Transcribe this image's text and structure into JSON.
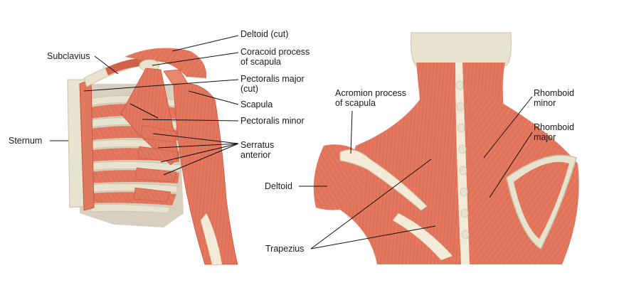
{
  "colors": {
    "muscle": "#e3785f",
    "muscle_dark": "#c9553f",
    "muscle_light": "#f0a08a",
    "bone": "#e8e3cf",
    "bone_shadow": "#c9c2a6",
    "tendon": "#f3ead8",
    "leader_line": "#111111"
  },
  "labels": {
    "deltoid_cut": "Deltoid (cut)",
    "coracoid_1": "Coracoid process",
    "coracoid_2": "of scapula",
    "subclavius": "Subclavius",
    "pect_major_1": "Pectoralis major",
    "pect_major_2": "(cut)",
    "scapula": "Scapula",
    "pect_minor": "Pectoralis minor",
    "sternum": "Sternum",
    "serratus_1": "Serratus",
    "serratus_2": "anterior",
    "acromion_1": "Acromion process",
    "acromion_2": "of scapula",
    "rhomboid_minor_1": "Rhomboid",
    "rhomboid_minor_2": "minor",
    "rhomboid_major_1": "Rhomboid",
    "rhomboid_major_2": "major",
    "deltoid": "Deltoid",
    "trapezius": "Trapezius"
  }
}
